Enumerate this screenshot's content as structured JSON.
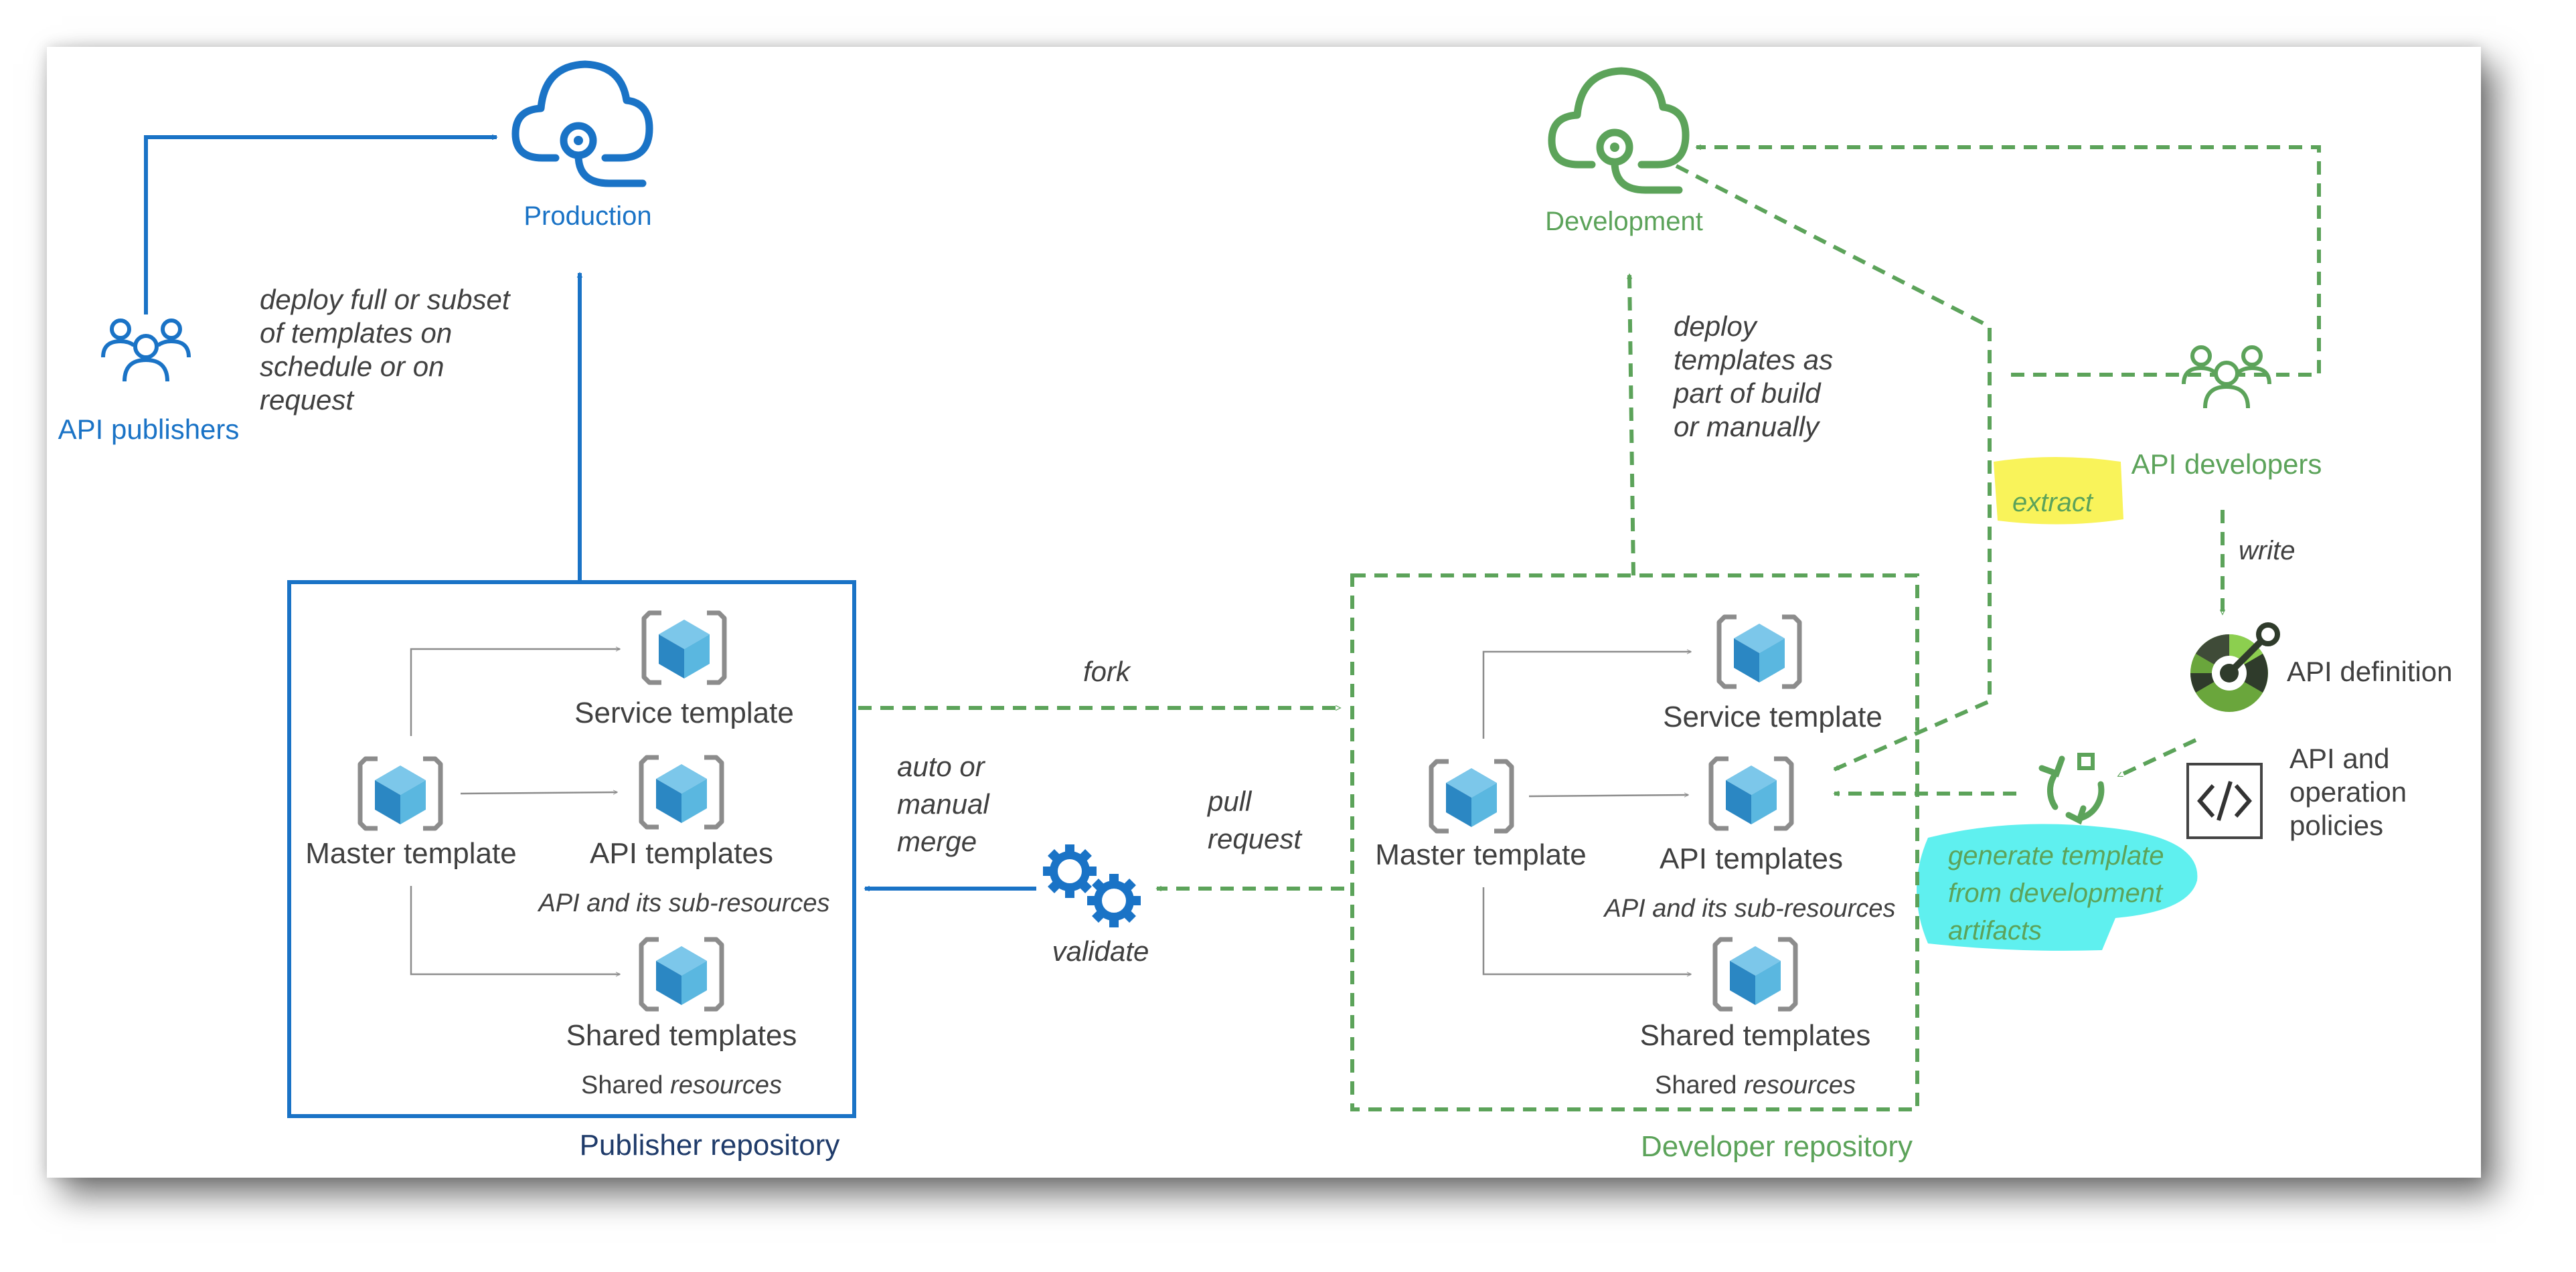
{
  "colors": {
    "blue": "#1a73c6",
    "green": "#5ca35a",
    "navy": "#1f3b6a",
    "text": "#404040",
    "gray_arrow": "#8c8c8c",
    "cube_light": "#5ab7e0",
    "cube_dark": "#2b87c3",
    "highlight_yellow": "#f9f35a",
    "highlight_cyan": "#5ff0ef"
  },
  "production": {
    "label": "Production",
    "icon": "cloud-icon"
  },
  "development": {
    "label": "Development",
    "icon": "cloud-icon"
  },
  "api_publishers": {
    "label": "API publishers",
    "icon": "people-icon"
  },
  "api_developers": {
    "label": "API developers",
    "icon": "people-icon"
  },
  "notes": {
    "deploy_publish": [
      "deploy full or subset",
      "of templates on",
      "schedule or on",
      "request"
    ],
    "deploy_dev": [
      "deploy",
      "templates as",
      "part of build",
      "or manually"
    ],
    "extract": "extract",
    "write": "write",
    "fork": "fork",
    "merge": [
      "auto or",
      "manual",
      "merge"
    ],
    "pull_request": [
      "pull",
      "request"
    ],
    "generate": [
      "generate template",
      "from development",
      "artifacts"
    ]
  },
  "validate": {
    "label": "validate",
    "icon": "gears-icon"
  },
  "api_definition": {
    "label": "API definition",
    "icon": "openapi-icon"
  },
  "api_policies": {
    "label": [
      "API and",
      "operation",
      "policies"
    ],
    "icon": "code-icon"
  },
  "publisher_repo": {
    "caption": "Publisher repository",
    "master": "Master template",
    "service": "Service template",
    "api": "API templates",
    "api_sub": "API and its sub-resources",
    "shared": "Shared templates",
    "shared_sub_prefix": "Shared ",
    "shared_sub_italic": "resources"
  },
  "developer_repo": {
    "caption": "Developer repository",
    "master": "Master template",
    "service": "Service template",
    "api": "API templates",
    "api_sub": "API and its sub-resources",
    "shared": "Shared templates",
    "shared_sub_prefix": "Shared ",
    "shared_sub_italic": "resources"
  }
}
